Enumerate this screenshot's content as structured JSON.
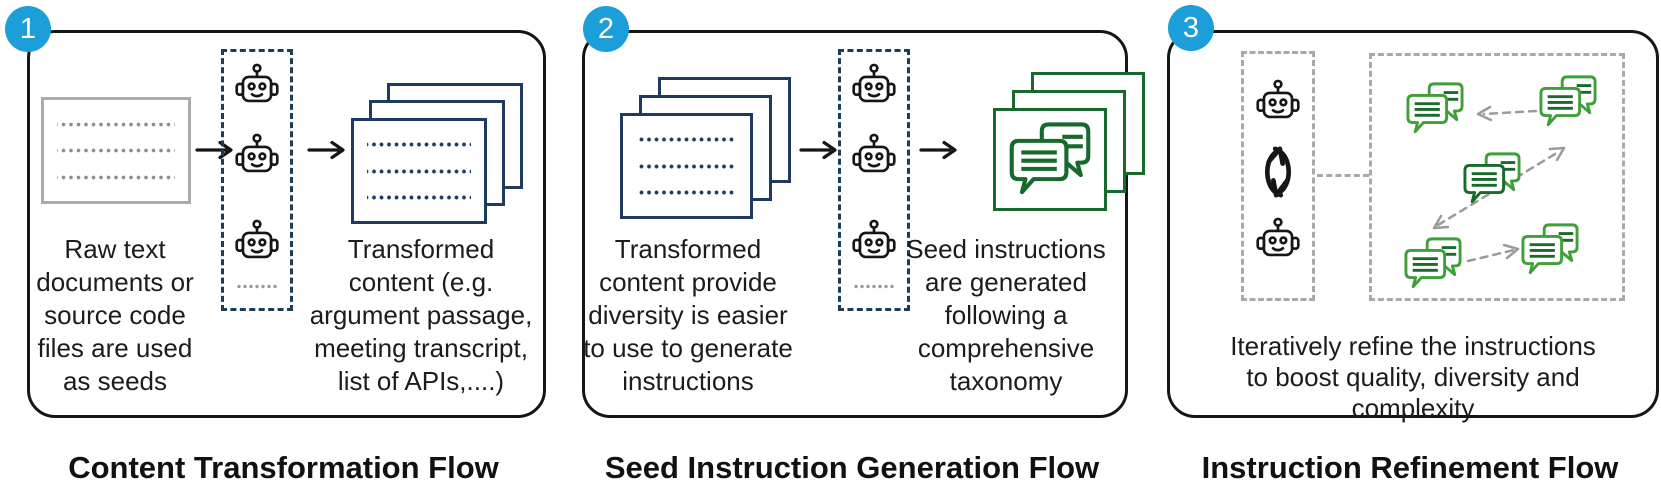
{
  "panels": [
    {
      "number": "1",
      "caption": "Content Transformation Flow",
      "left_lines": [
        "Raw text",
        "documents or",
        "source code",
        "files are used",
        "as seeds"
      ],
      "right_lines": [
        "Transformed",
        "content (e.g.",
        "argument passage,",
        "meeting transcript,",
        "list of APIs,....)"
      ]
    },
    {
      "number": "2",
      "caption": "Seed Instruction Generation Flow",
      "left_lines": [
        "Transformed",
        "content provide",
        "diversity is easier",
        "to use to generate",
        "instructions"
      ],
      "right_lines": [
        "Seed instructions",
        "are generated",
        "following a",
        "comprehensive",
        "taxonomy"
      ]
    },
    {
      "number": "3",
      "caption": "Instruction Refinement Flow",
      "bottom_lines": [
        "Iteratively refine the instructions",
        "to boost quality, diversity and",
        "complexity"
      ]
    }
  ],
  "icons": [
    "number-badge",
    "document-icon",
    "document-stack-icon",
    "robot-icon",
    "arrow-right-icon",
    "chat-pair-icon",
    "cycle-refresh-icon",
    "dashed-arrow-icon"
  ],
  "colors": {
    "badge_blue": "#1c9fd9",
    "navy": "#1f3a5f",
    "dashed_navy": "#1d3d55",
    "dark_green": "#176a2c",
    "bright_green": "#3f9f3a",
    "line_green": "#1a6b2a",
    "gray_border": "#ababab",
    "gray_dots": "#8c8c8c",
    "dashed_gray": "#a9a9a9",
    "arrow_gray": "#9b9b9b",
    "ink": "#161616"
  }
}
